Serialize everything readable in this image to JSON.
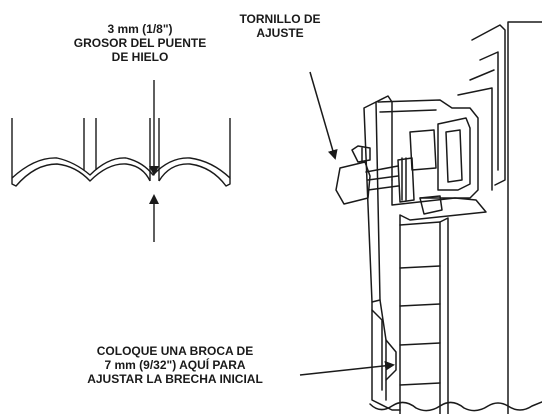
{
  "labels": {
    "ice_bridge": {
      "line1": "3 mm (1/8\")",
      "line2": "GROSOR DEL PUENTE",
      "line3": "DE HIELO"
    },
    "adjust_screw": {
      "line1": "TORNILLO DE",
      "line2": "AJUSTE"
    },
    "drill_bit": {
      "line1": "COLOQUE UNA BROCA DE",
      "line2": "7 mm (9/32\") AQUÍ PARA",
      "line3": "AJUSTAR LA BRECHA INICIAL"
    }
  },
  "colors": {
    "ink": "#1a1a1a",
    "background": "#ffffff"
  }
}
